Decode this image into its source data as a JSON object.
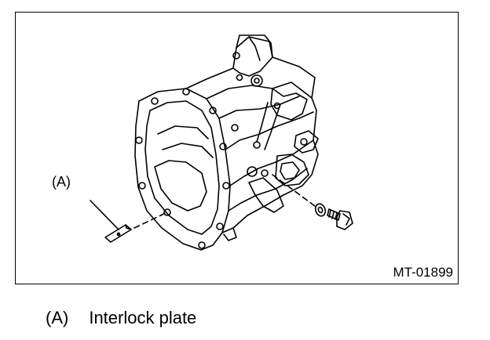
{
  "figure": {
    "id": "MT-01899",
    "callout": "(A)"
  },
  "legend": [
    {
      "key": "(A)",
      "text": "Interlock plate"
    }
  ]
}
